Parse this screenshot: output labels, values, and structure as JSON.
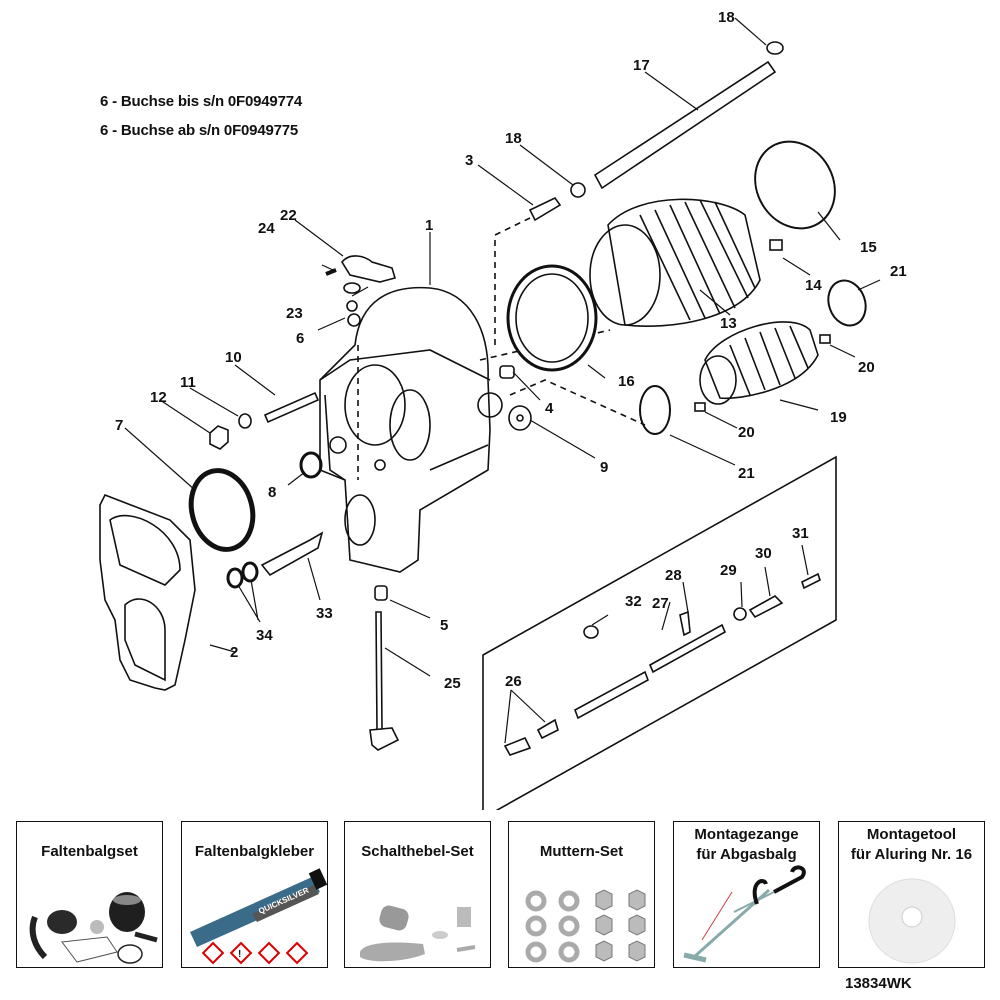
{
  "notes": [
    "6 - Buchse bis s/n 0F0949774",
    "6 - Buchse ab s/n 0F0949775"
  ],
  "diagram": {
    "description": "Exploded view of sterndrive bell housing assembly with exhaust/drive shaft bellows and shift components",
    "callouts": [
      {
        "label": "1",
        "part": "bell-housing"
      },
      {
        "label": "2",
        "part": "gasket"
      },
      {
        "label": "3",
        "part": "water-fitting"
      },
      {
        "label": "4",
        "part": "stud"
      },
      {
        "label": "5",
        "part": "bushing"
      },
      {
        "label": "6",
        "part": "bushing"
      },
      {
        "label": "7",
        "part": "o-ring-large"
      },
      {
        "label": "8",
        "part": "o-ring-small"
      },
      {
        "label": "9",
        "part": "washer"
      },
      {
        "label": "10",
        "part": "stud"
      },
      {
        "label": "11",
        "part": "washer"
      },
      {
        "label": "12",
        "part": "nut"
      },
      {
        "label": "13",
        "part": "exhaust-bellows"
      },
      {
        "label": "14",
        "part": "clip"
      },
      {
        "label": "15",
        "part": "hose-clamp-large"
      },
      {
        "label": "16",
        "part": "aluminum-ring"
      },
      {
        "label": "17",
        "part": "water-hose"
      },
      {
        "label": "18",
        "part": "hose-clamp-small"
      },
      {
        "label": "18",
        "part": "hose-clamp-small"
      },
      {
        "label": "19",
        "part": "drive-shaft-bellows"
      },
      {
        "label": "20",
        "part": "clip"
      },
      {
        "label": "20",
        "part": "clip"
      },
      {
        "label": "21",
        "part": "hose-clamp"
      },
      {
        "label": "21",
        "part": "hose-clamp"
      },
      {
        "label": "22",
        "part": "shift-lever"
      },
      {
        "label": "23",
        "part": "washer"
      },
      {
        "label": "24",
        "part": "pin"
      },
      {
        "label": "25",
        "part": "shift-shaft"
      },
      {
        "label": "26",
        "part": "fittings"
      },
      {
        "label": "27",
        "part": "tube"
      },
      {
        "label": "28",
        "part": "fitting"
      },
      {
        "label": "29",
        "part": "clamp"
      },
      {
        "label": "30",
        "part": "connector"
      },
      {
        "label": "31",
        "part": "fitting"
      },
      {
        "label": "32",
        "part": "clip"
      },
      {
        "label": "33",
        "part": "shift-valve"
      },
      {
        "label": "34",
        "part": "o-rings"
      }
    ]
  },
  "products": [
    {
      "title": "Faltenbalgset",
      "image": "bellows-kit"
    },
    {
      "title": "Faltenbalgkleber",
      "image": "adhesive-tube",
      "brand": "QUICKSILVER"
    },
    {
      "title": "Schalthebel-Set",
      "image": "shift-lever-kit"
    },
    {
      "title": "Muttern-Set",
      "image": "nuts-washers-kit"
    },
    {
      "title_lines": [
        "Montagezange",
        "für Abgasbalg"
      ],
      "image": "installation-pliers"
    },
    {
      "title_lines": [
        "Montagetool",
        "für Aluring Nr. 16"
      ],
      "image": "installation-tool-disc"
    }
  ],
  "image_code": "13834WK"
}
